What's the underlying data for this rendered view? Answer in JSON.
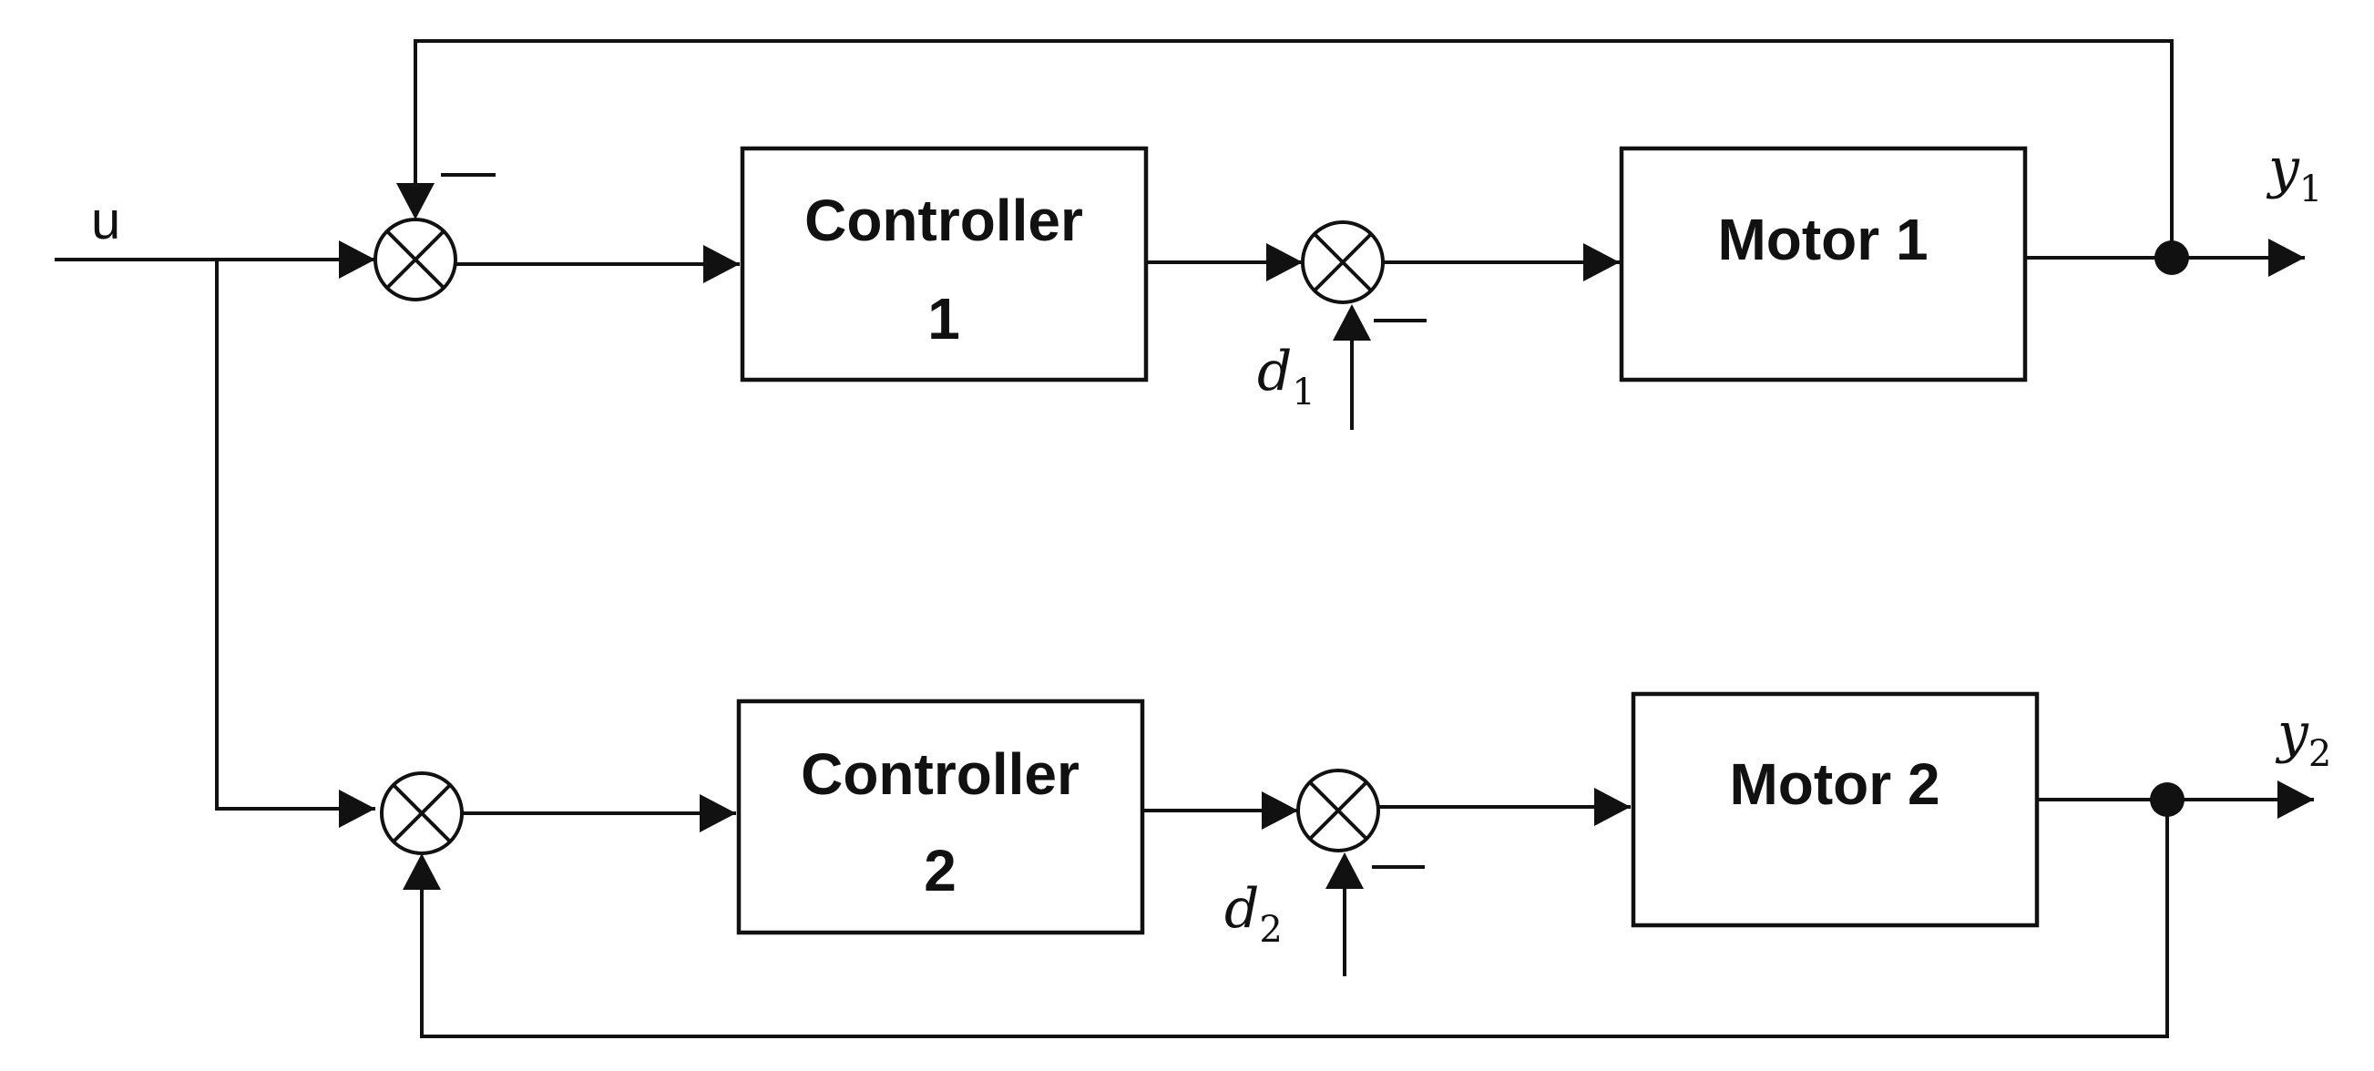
{
  "signals": {
    "input": "u",
    "output_1": {
      "symbol": "y",
      "subscript": "1"
    },
    "output_2": {
      "symbol": "y",
      "subscript": "2"
    },
    "disturbance_1": {
      "symbol": "d",
      "subscript": "1"
    },
    "disturbance_2": {
      "symbol": "d",
      "subscript": "2"
    }
  },
  "blocks": {
    "controller_1": {
      "line1": "Controller",
      "line2": "1"
    },
    "motor_1": {
      "label": "Motor 1"
    },
    "controller_2": {
      "line1": "Controller",
      "line2": "2"
    },
    "motor_2": {
      "label": "Motor 2"
    }
  }
}
